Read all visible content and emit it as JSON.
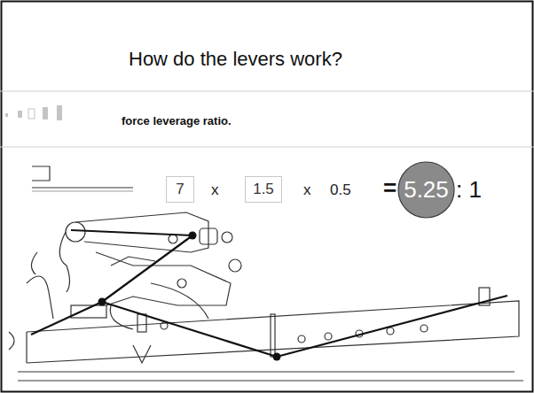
{
  "diagram": {
    "title": "How do the levers work?",
    "nodes": [
      {
        "text": [
          "7"
        ]
      },
      {
        "text": [
          "1.5"
        ]
      },
      {
        "text": [
          "5.25"
        ]
      }
    ],
    "labels": [
      "force leverage ratio.",
      "x",
      "x",
      "0.5",
      "=",
      ": 1"
    ]
  }
}
